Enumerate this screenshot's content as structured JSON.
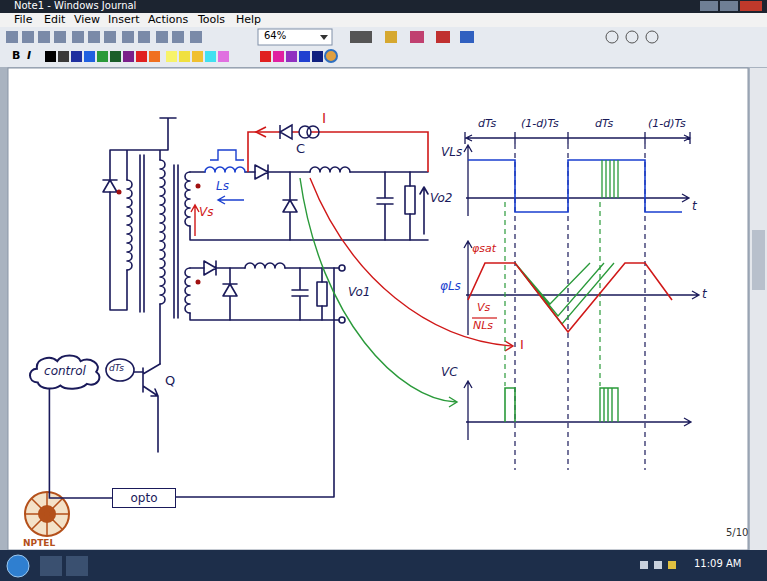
{
  "diagram": {
    "nodes": [
      {
        "text": [
          "control"
        ]
      },
      {
        "text": [
          "opto"
        ]
      }
    ],
    "edges": [
      {
        "from": 1,
        "to": 0,
        "arrow": "none"
      }
    ],
    "labels": [
      "Note1 - Windows Journal",
      "File",
      "Edit",
      "View",
      "Insert",
      "Actions",
      "Tools",
      "Help",
      "64%",
      "B",
      "I",
      "Vs",
      "Ls",
      "C",
      "I",
      "Vo2",
      "Vo1",
      "Q",
      "dTs",
      "dTs",
      "(1-d)Ts",
      "dTs",
      "(1-d)Ts",
      "VLs",
      "t",
      "φLs",
      "φsat",
      "Vs",
      "NLs",
      "t",
      "I",
      "VC",
      "5/10",
      "NPTEL",
      "11:09 AM"
    ]
  }
}
